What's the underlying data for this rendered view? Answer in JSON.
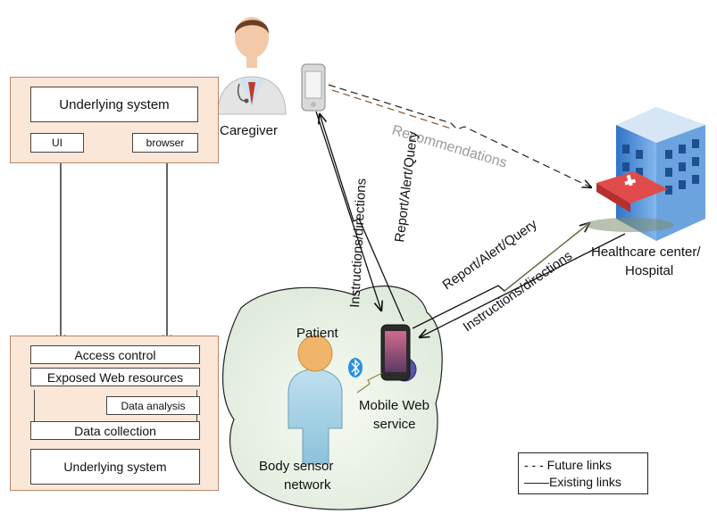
{
  "top_panel": {
    "underlying_system": "Underlying system",
    "ui": "UI",
    "browser": "browser"
  },
  "bottom_panel": {
    "access_control": "Access control",
    "exposed_web_resources": "Exposed Web resources",
    "data_analysis": "Data analysis",
    "data_collection": "Data collection",
    "underlying_system": "Underlying system"
  },
  "caregiver": {
    "label": "Caregiver"
  },
  "hospital": {
    "label_line1": "Healthcare center/",
    "label_line2": "Hospital"
  },
  "bsn": {
    "patient": "Patient",
    "mobile_line1": "Mobile Web",
    "mobile_line2": "service",
    "network_line1": "Body sensor",
    "network_line2": "network"
  },
  "links": {
    "recommendations": "Recommendations",
    "instructions_phone": "Instructions/directions",
    "report_phone": "Report/Alert/Query",
    "report_hospital": "Report/Alert/Query",
    "instructions_hospital": "Instructions/directions"
  },
  "legend": {
    "future": "- - - Future links",
    "existing": "——Existing links"
  },
  "colors": {
    "panel_fill": "#fbe7d8",
    "cloud_fill": "#e9f2e4",
    "recommendations_text": "#9a9a9a",
    "bluetooth": "#2a8fe0"
  }
}
